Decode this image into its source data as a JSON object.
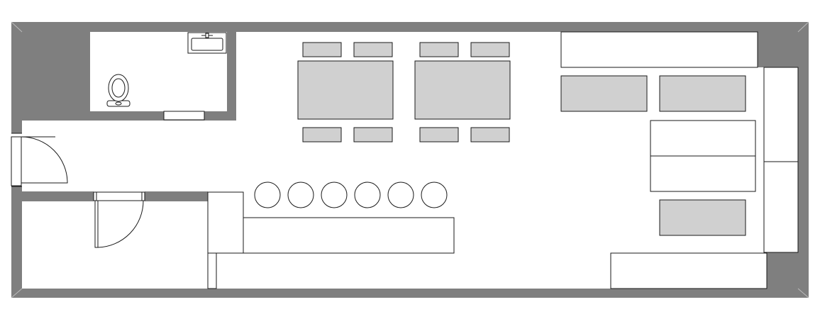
{
  "plan": {
    "kind": "floor-plan",
    "colors": {
      "wall": "#7f7f7f",
      "floor": "#ffffff",
      "furniture_fill": "#d0d0d0",
      "outline": "#1a1a1a"
    },
    "labels": [],
    "elements": {
      "dining_tables": 2,
      "dining_chairs": 8,
      "bar_stools": 6,
      "doors": 2,
      "toilets": 1,
      "sinks": 1
    }
  }
}
